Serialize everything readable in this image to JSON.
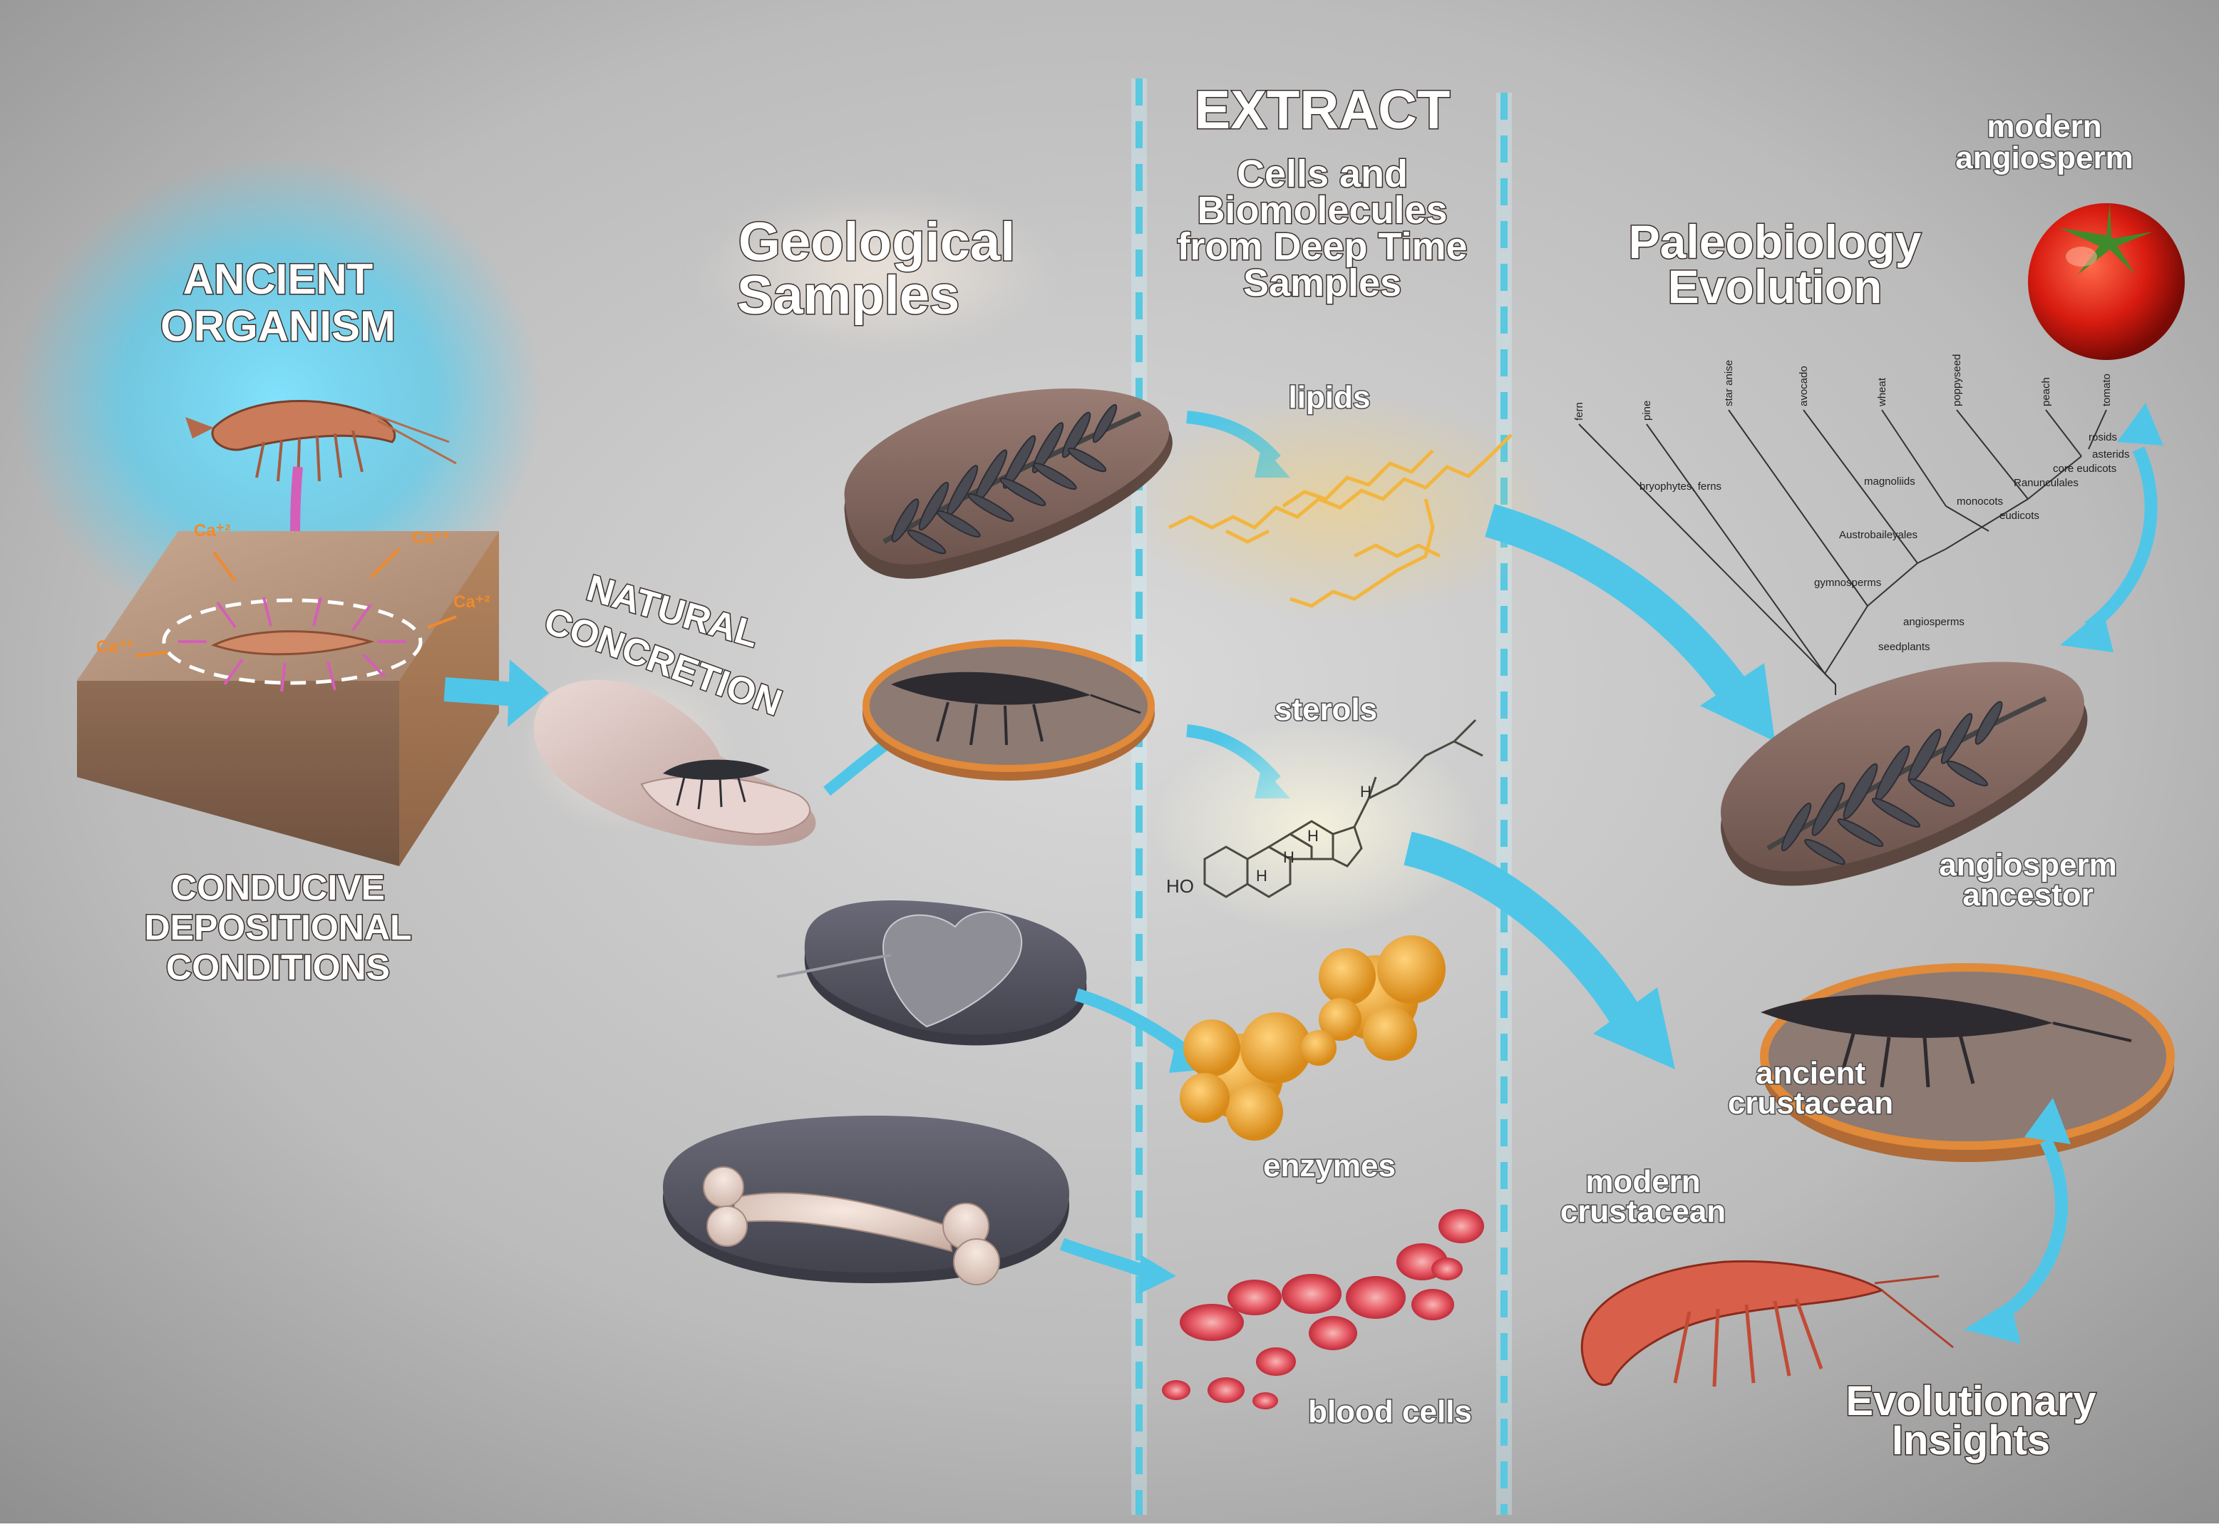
{
  "headings": {
    "ancient_organism": [
      "ANCIENT",
      "ORGANISM"
    ],
    "conducive": [
      "CONDUCIVE",
      "DEPOSITIONAL",
      "CONDITIONS"
    ],
    "natural_concretion": [
      "NATURAL",
      "CONCRETION"
    ],
    "geological_samples": [
      "Geological",
      "Samples"
    ],
    "extract": "EXTRACT",
    "extract_sub": [
      "Cells and",
      "Biomolecules",
      "from Deep Time",
      "Samples"
    ],
    "paleobiology": [
      "Paleobiology",
      "Evolution"
    ],
    "modern_angiosperm": [
      "modern",
      "angiosperm"
    ],
    "angiosperm_ancestor": [
      "angiosperm",
      "ancestor"
    ],
    "ancient_crustacean": [
      "ancient",
      "crustacean"
    ],
    "modern_crustacean": [
      "modern",
      "crustacean"
    ],
    "evolutionary_insights": [
      "Evolutionary",
      "Insights"
    ]
  },
  "biomolecules": {
    "lipids": "lipids",
    "sterols": "sterols",
    "enzymes": "enzymes",
    "blood_cells": "blood cells"
  },
  "ions": [
    "Ca⁺²",
    "Ca⁺²",
    "Ca⁺²",
    "Ca⁺²"
  ],
  "sterol_groups": [
    "HO",
    "H",
    "H",
    "H",
    "H"
  ],
  "tree": {
    "leaves": [
      "fern",
      "pine",
      "star anise",
      "avocado",
      "wheat",
      "poppyseed",
      "peach",
      "tomato"
    ],
    "clades": [
      "rosids",
      "asterids",
      "core eudicots",
      "Ranunculales",
      "eudicots",
      "monocots",
      "magnoliids",
      "Austrobaileyales",
      "bryophytes, ferns",
      "gymnosperms",
      "angiosperms",
      "seedplants"
    ]
  },
  "colors": {
    "background": "#bdbdbd",
    "accent_blue": "#4fc6e8",
    "dashed_line": "#5ac8e0",
    "lipid_glow": "#f2b640",
    "ion_orange": "#f08a2a",
    "magenta": "#d45fb8",
    "stone": "#8b6f66",
    "concretion": "#c98a4e"
  }
}
